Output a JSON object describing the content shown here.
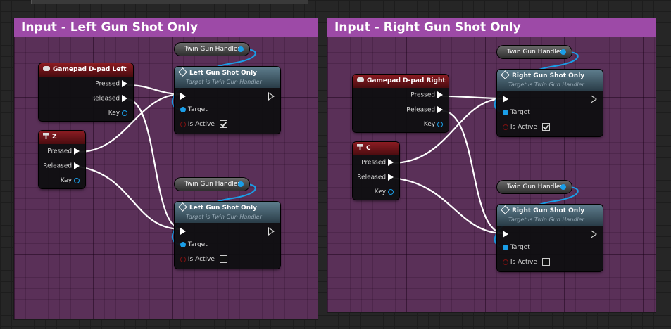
{
  "colors": {
    "comment_title": "#9d4aa7",
    "comment_body": "#5a3058",
    "event_header": "#8c1c22",
    "function_header": "#5e7d8d",
    "exec_wire": "#ffffff",
    "object_pin": "#1a9ee8"
  },
  "left": {
    "title": "Input - Left Gun Shot Only",
    "gamepad": {
      "title": "Gamepad D-pad Left",
      "icon": "gamepad-icon",
      "pressed": "Pressed",
      "released": "Released",
      "key": "Key"
    },
    "key": {
      "title": "Z",
      "icon": "keyboard-icon",
      "pressed": "Pressed",
      "released": "Released",
      "key": "Key"
    },
    "var1": "Twin Gun Handler",
    "var2": "Twin Gun Handler",
    "fn1": {
      "title": "Left Gun Shot Only",
      "subtitle": "Target is Twin Gun Handler",
      "target": "Target",
      "is_active": "Is Active",
      "checked": true
    },
    "fn2": {
      "title": "Left Gun Shot Only",
      "subtitle": "Target is Twin Gun Handler",
      "target": "Target",
      "is_active": "Is Active",
      "checked": false
    }
  },
  "right": {
    "title": "Input - Right Gun Shot Only",
    "gamepad": {
      "title": "Gamepad D-pad Right",
      "icon": "gamepad-icon",
      "pressed": "Pressed",
      "released": "Released",
      "key": "Key"
    },
    "key": {
      "title": "C",
      "icon": "keyboard-icon",
      "pressed": "Pressed",
      "released": "Released",
      "key": "Key"
    },
    "var1": "Twin Gun Handler",
    "var2": "Twin Gun Handler",
    "fn1": {
      "title": "Right Gun Shot Only",
      "subtitle": "Target is Twin Gun Handler",
      "target": "Target",
      "is_active": "Is Active",
      "checked": true
    },
    "fn2": {
      "title": "Right Gun Shot Only",
      "subtitle": "Target is Twin Gun Handler",
      "target": "Target",
      "is_active": "Is Active",
      "checked": false
    }
  }
}
